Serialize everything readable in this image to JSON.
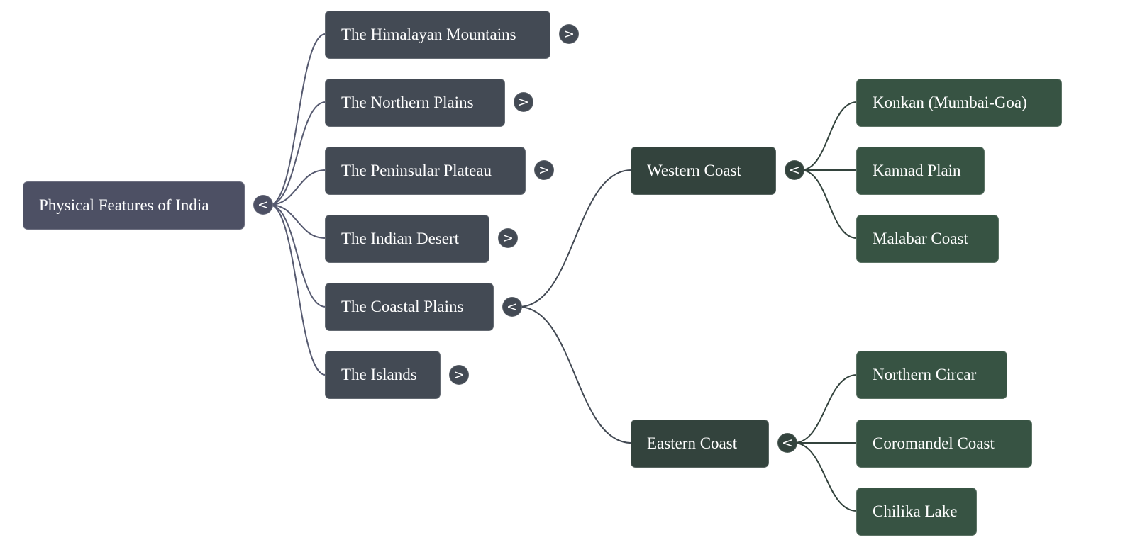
{
  "title": "Physical Features of India",
  "colors": {
    "root": "#4d5064",
    "level1": "#434a54",
    "level2": "#33433d",
    "level3": "#375343",
    "link_root": "#565a70",
    "link_level1": "#434a54",
    "link_level2": "#33433d"
  },
  "toggle_icons": {
    "expanded": "<",
    "collapsed": ">"
  },
  "mindmap": {
    "root": {
      "label": "Physical Features of India",
      "state": "expanded"
    },
    "children": [
      {
        "label": "The Himalayan Mountains",
        "state": "collapsed"
      },
      {
        "label": "The Northern Plains",
        "state": "collapsed"
      },
      {
        "label": "The Peninsular Plateau",
        "state": "collapsed"
      },
      {
        "label": "The Indian Desert",
        "state": "collapsed"
      },
      {
        "label": "The Coastal Plains",
        "state": "expanded",
        "children": [
          {
            "label": "Western Coast",
            "state": "expanded",
            "children": [
              {
                "label": "Konkan (Mumbai-Goa)"
              },
              {
                "label": "Kannad Plain"
              },
              {
                "label": "Malabar Coast"
              }
            ]
          },
          {
            "label": "Eastern Coast",
            "state": "expanded",
            "children": [
              {
                "label": "Northern Circar"
              },
              {
                "label": "Coromandel Coast"
              },
              {
                "label": "Chilika Lake"
              }
            ]
          }
        ]
      },
      {
        "label": "The Islands",
        "state": "collapsed"
      }
    ]
  }
}
